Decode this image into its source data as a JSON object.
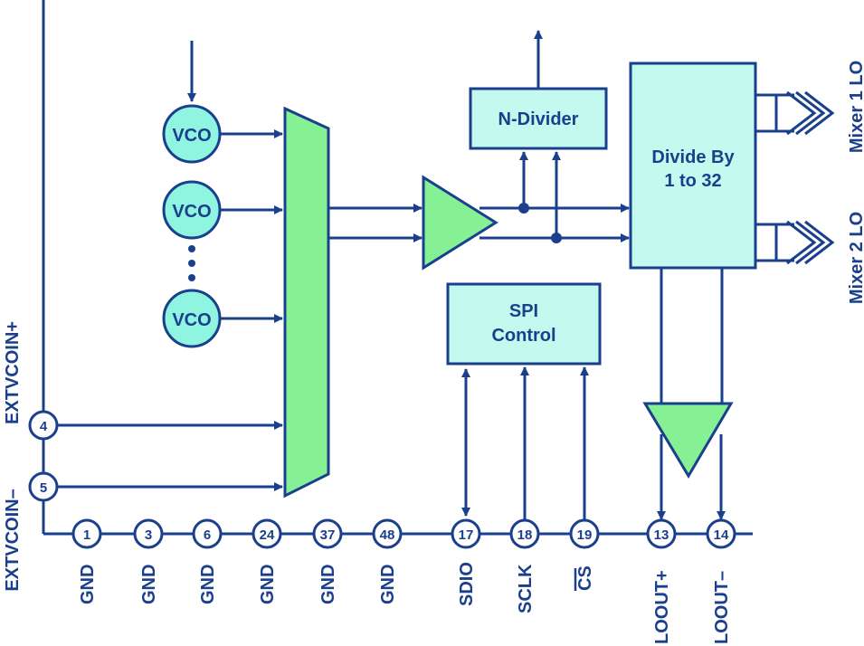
{
  "colors": {
    "line": "#1a3f8c",
    "vco_fill": "#8ff5e0",
    "block_fill": "#c4f9ef",
    "mux_fill": "#86f094"
  },
  "vcos": [
    "VCO",
    "VCO",
    "VCO"
  ],
  "blocks": {
    "n_divider": "N-Divider",
    "divide_by_line1": "Divide By",
    "divide_by_line2": "1 to 32",
    "spi_line1": "SPI",
    "spi_line2": "Control"
  },
  "outputs": {
    "mixer1": "Mixer 1 LO",
    "mixer2": "Mixer 2 LO"
  },
  "side_pins": [
    {
      "num": "4",
      "label": "EXTVCOIN+"
    },
    {
      "num": "5",
      "label": "EXTVCOIN–"
    }
  ],
  "bottom_pins": [
    {
      "num": "1",
      "label": "GND"
    },
    {
      "num": "3",
      "label": "GND"
    },
    {
      "num": "6",
      "label": "GND"
    },
    {
      "num": "24",
      "label": "GND"
    },
    {
      "num": "37",
      "label": "GND"
    },
    {
      "num": "48",
      "label": "GND"
    },
    {
      "num": "17",
      "label": "SDIO"
    },
    {
      "num": "18",
      "label": "SCLK"
    },
    {
      "num": "19",
      "label": "CS"
    },
    {
      "num": "13",
      "label": "LOOUT+"
    },
    {
      "num": "14",
      "label": "LOOUT–"
    }
  ]
}
